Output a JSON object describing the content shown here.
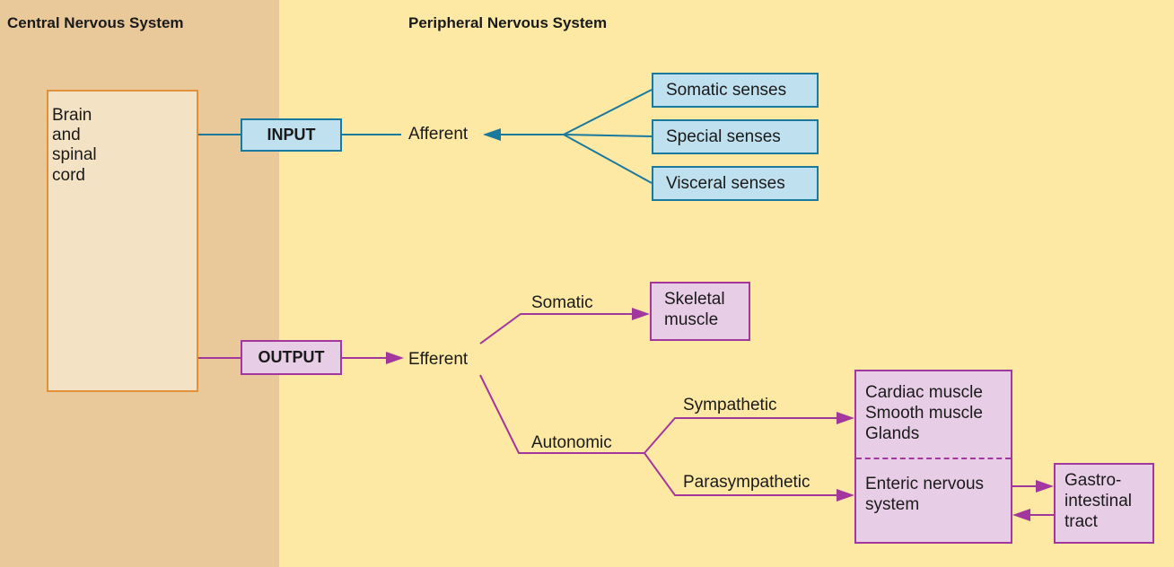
{
  "headers": {
    "cns": "Central Nervous System",
    "pns": "Peripheral Nervous System"
  },
  "brain": {
    "lines": [
      "Brain",
      "and",
      "spinal",
      "cord"
    ]
  },
  "input": {
    "box_label": "INPUT",
    "afferent": "Afferent",
    "senses": [
      "Somatic senses",
      "Special senses",
      "Visceral senses"
    ]
  },
  "output": {
    "box_label": "OUTPUT",
    "efferent": "Efferent",
    "somatic": "Somatic",
    "skeletal_lines": [
      "Skeletal",
      "muscle"
    ],
    "autonomic": "Autonomic",
    "sympathetic": "Sympathetic",
    "parasympathetic": "Parasympathetic",
    "targets_lines": [
      "Cardiac muscle",
      "Smooth muscle",
      "Glands"
    ],
    "enteric_lines": [
      "Enteric nervous",
      "system"
    ],
    "gi_lines": [
      "Gastro-",
      "intestinal",
      "tract"
    ]
  },
  "colors": {
    "cns_bg": "#e9c99a",
    "pns_bg": "#fde9a4",
    "afferent_line": "#1a7a9e",
    "efferent_line": "#a3379e"
  }
}
